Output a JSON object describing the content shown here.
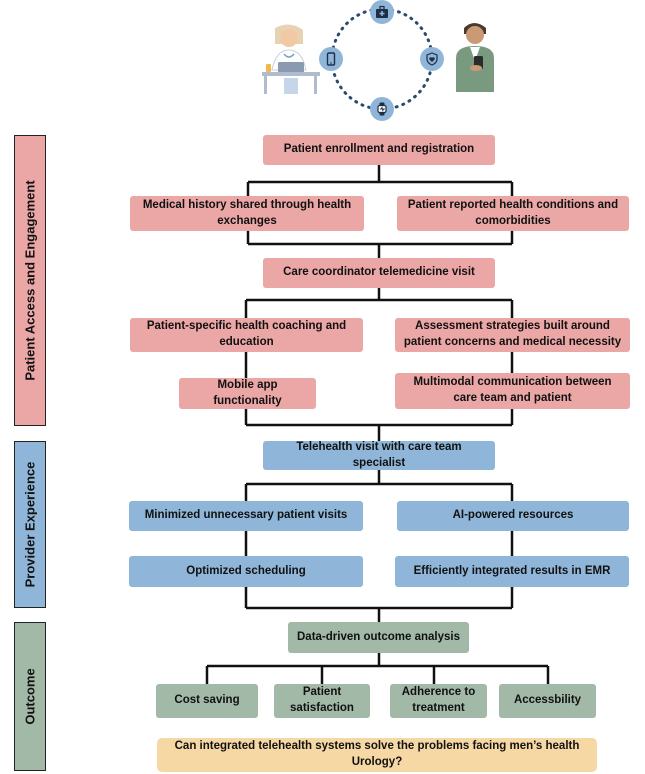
{
  "sections": {
    "access": "Patient Access and Engagement",
    "provider": "Provider Experience",
    "outcome": "Outcome"
  },
  "boxes": {
    "enrollment": "Patient enrollment and registration",
    "history": "Medical history shared through health exchanges",
    "reported": "Patient reported health conditions and comorbidities",
    "coordinator": "Care coordinator telemedicine visit",
    "coaching": "Patient-specific health coaching and education",
    "assessment": "Assessment strategies built around patient concerns and medical necessity",
    "mobile": "Mobile app functionality",
    "multimodal": "Multimodal communication between care team and patient",
    "telehealth": "Telehealth visit with care team specialist",
    "minimized": "Minimized unnecessary patient visits",
    "ai": "AI-powered resources",
    "scheduling": "Optimized scheduling",
    "emr": "Efficiently integrated results in EMR",
    "analysis": "Data-driven outcome analysis",
    "cost": "Cost saving",
    "satisfaction": "Patient satisfaction",
    "adherence": "Adherence to treatment",
    "accessibility": "Accessbility",
    "question": "Can integrated telehealth systems solve the problems facing men’s health Urology?"
  },
  "colors": {
    "pink": "#eba6a6",
    "blue": "#8fb6d9",
    "green": "#a2b9a8",
    "gold": "#f5d8a3",
    "connector": "#111111",
    "ring": "#2b4a6b"
  },
  "icons": {
    "doctor": "doctor-at-desk-icon",
    "patient": "patient-with-phone-icon",
    "top_node": "medical-kit-icon",
    "left_node": "smartphone-icon",
    "right_node": "heart-shield-icon",
    "bottom_node": "smartwatch-icon"
  }
}
